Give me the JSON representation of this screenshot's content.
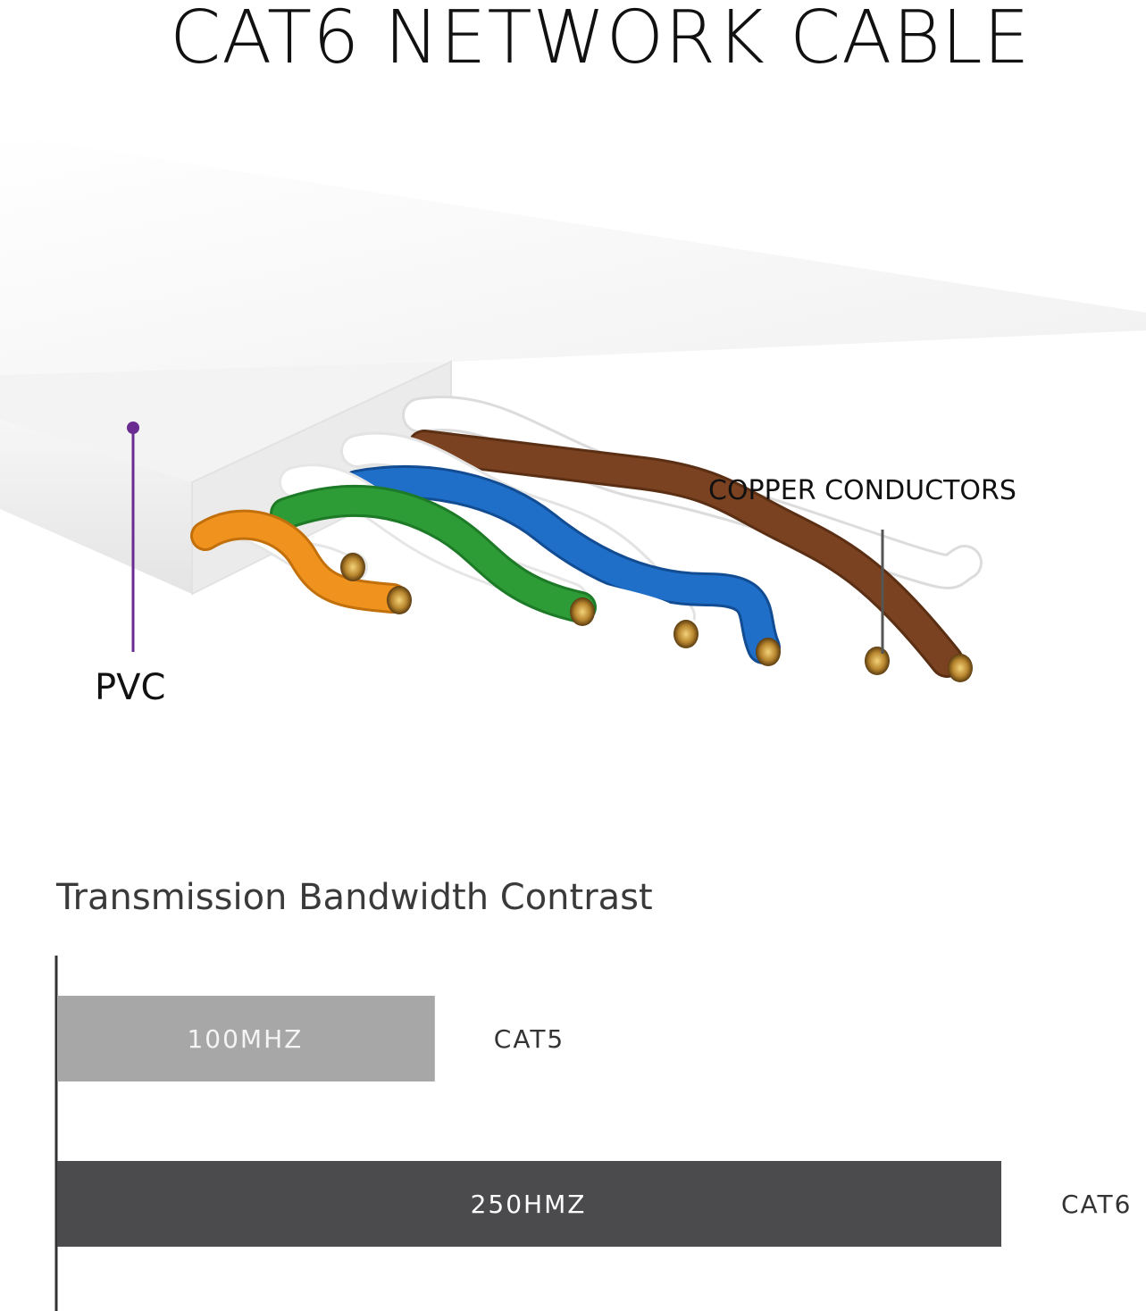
{
  "title": "CAT6 NETWORK CABLE",
  "illustration": {
    "pvc_label": "PVC",
    "copper_label": "COPPER CONDUCTORS",
    "pvc_pointer_color": "#6a2c91",
    "pair_colors": [
      "#f0921e",
      "#2e9c36",
      "#1f6fc9",
      "#7b4221"
    ]
  },
  "chart_data": {
    "type": "bar",
    "orientation": "horizontal",
    "title": "Transmission Bandwidth Contrast",
    "categories": [
      "CAT5",
      "CAT6"
    ],
    "values": [
      100,
      250
    ],
    "value_labels": [
      "100MHZ",
      "250HMZ"
    ],
    "colors": [
      "#a7a7a7",
      "#4b4b4e"
    ],
    "xlim": [
      0,
      250
    ]
  }
}
